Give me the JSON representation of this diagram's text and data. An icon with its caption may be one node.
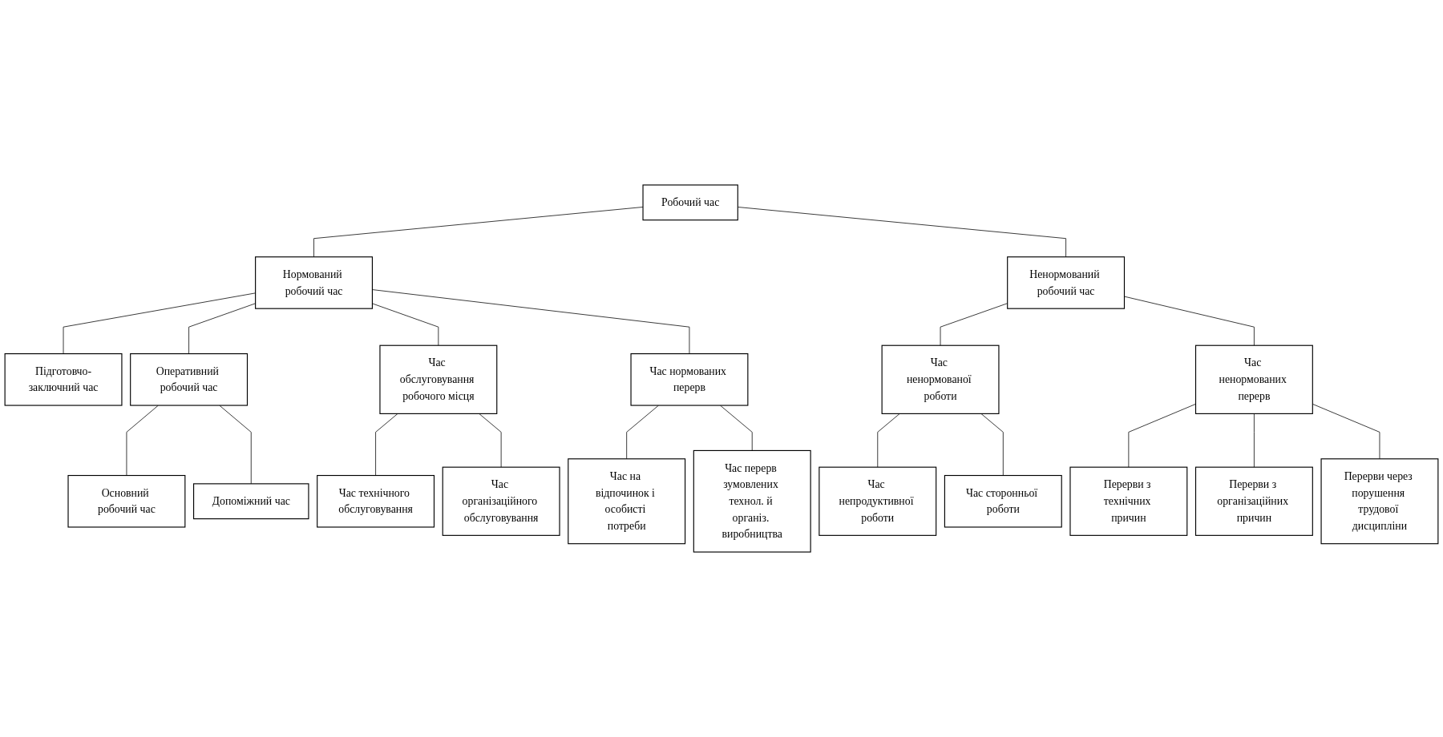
{
  "diagram": {
    "nodes": [
      {
        "text": [
          "Робочий час"
        ]
      },
      {
        "text": [
          "Нормований робочий час"
        ]
      },
      {
        "text": [
          "Ненормований робочий час"
        ]
      },
      {
        "text": [
          "Підготовчо-заключний час"
        ]
      },
      {
        "text": [
          "Оперативний робочий час"
        ]
      },
      {
        "text": [
          "Час обслуговування робочого місця"
        ]
      },
      {
        "text": [
          "Час нормованих перерв"
        ]
      },
      {
        "text": [
          "Час ненормованої роботи"
        ]
      },
      {
        "text": [
          "Час ненормованих перерв"
        ]
      },
      {
        "text": [
          "Основний робочий час"
        ]
      },
      {
        "text": [
          "Допоміжний час"
        ]
      },
      {
        "text": [
          "Час технічного обслуговування"
        ]
      },
      {
        "text": [
          "Час організаційного обслуговування"
        ]
      },
      {
        "text": [
          "Час на відпочинок і особисті потреби"
        ]
      },
      {
        "text": [
          "Час перерв зумовлених технол. й організ. виробництва"
        ]
      },
      {
        "text": [
          "Час непродуктивної роботи"
        ]
      },
      {
        "text": [
          "Час сторонньої роботи"
        ]
      },
      {
        "text": [
          "Перерви з технічних причин"
        ]
      },
      {
        "text": [
          "Перерви з організаційних причин"
        ]
      },
      {
        "text": [
          "Перерви через порушення трудової дисципліни"
        ]
      }
    ],
    "edges": [
      {
        "from": 0,
        "to": 1,
        "arrow": "none"
      },
      {
        "from": 0,
        "to": 2,
        "arrow": "none"
      },
      {
        "from": 1,
        "to": 3,
        "arrow": "none"
      },
      {
        "from": 1,
        "to": 4,
        "arrow": "none"
      },
      {
        "from": 1,
        "to": 5,
        "arrow": "none"
      },
      {
        "from": 1,
        "to": 6,
        "arrow": "none"
      },
      {
        "from": 2,
        "to": 7,
        "arrow": "none"
      },
      {
        "from": 2,
        "to": 8,
        "arrow": "none"
      },
      {
        "from": 4,
        "to": 9,
        "arrow": "none"
      },
      {
        "from": 4,
        "to": 10,
        "arrow": "none"
      },
      {
        "from": 5,
        "to": 11,
        "arrow": "none"
      },
      {
        "from": 5,
        "to": 12,
        "arrow": "none"
      },
      {
        "from": 6,
        "to": 13,
        "arrow": "none"
      },
      {
        "from": 6,
        "to": 14,
        "arrow": "none"
      },
      {
        "from": 7,
        "to": 15,
        "arrow": "none"
      },
      {
        "from": 7,
        "to": 16,
        "arrow": "none"
      },
      {
        "from": 8,
        "to": 17,
        "arrow": "none"
      },
      {
        "from": 8,
        "to": 18,
        "arrow": "none"
      },
      {
        "from": 8,
        "to": 19,
        "arrow": "none"
      }
    ]
  }
}
